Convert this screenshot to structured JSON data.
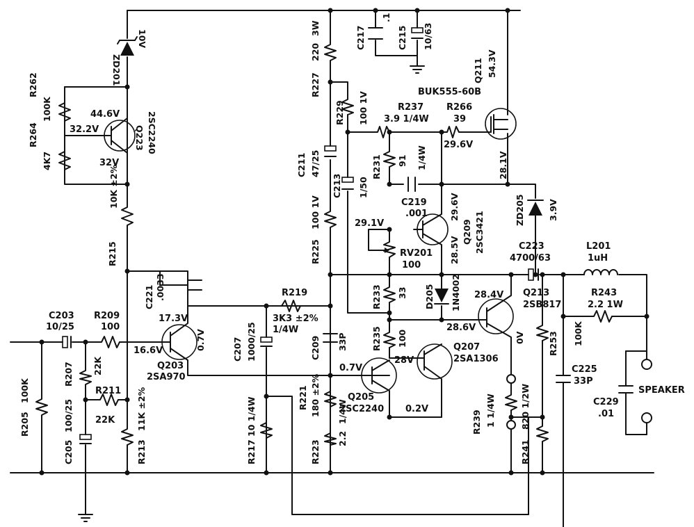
{
  "labels": {
    "zd201": "ZD201",
    "zd201_v": "10V",
    "r262": "R262",
    "r262_v": "100K",
    "r264": "R264",
    "r264_v": "4K7",
    "q223_c": "44.6V",
    "q223_b": "32.2V",
    "q223_e": "32V",
    "q223": "Q223",
    "q223_t": "2SC2240",
    "r215": "R215",
    "r215_v": "10K ±2%",
    "c221": "C221",
    "c221_v": ".0033",
    "c203": "C203",
    "c203_v": "10/25",
    "r209": "R209",
    "r209_v": "100",
    "q203_e": "17.3V",
    "q203_b": "16.6V",
    "q203_c": "0.7V",
    "q203": "Q203",
    "q203_t": "2SA970",
    "r207": "R207",
    "r207_v": "22K",
    "r211": "R211",
    "r211_v": "22K",
    "r205": "R205",
    "r205_v": "100K",
    "c205": "C205",
    "c205_v": "100/25",
    "r213": "R213",
    "r213_v": "11K ±2%",
    "r220": "220",
    "r220_v": "3W",
    "r227": "R227",
    "c217": "C217",
    "c217_v": ".1",
    "c215": "C215",
    "c215_v": "10/63",
    "q211": "Q211",
    "q211_v": "54.3V",
    "q211_t": "BUK555-60B",
    "r229": "R229",
    "r229_v": "100 1V",
    "r237": "R237",
    "r237_v": "3.9 1/4W",
    "r266": "R266",
    "r266_v": "39",
    "q211_g": "29.6V",
    "q211_s": "28.1V",
    "c211": "C211",
    "c211_v": "47/25",
    "r231": "R231",
    "r231_v": "91",
    "r231_w": "1/4W",
    "c213": "C213",
    "c213_v": "1/50",
    "c219": "C219",
    "c219_v": ".001",
    "q209_c": "29.6V",
    "q209_b": "29.1V",
    "q209_e": "28.5V",
    "q209": "Q209",
    "q209_t": "2SC3421",
    "zd205": "ZD205",
    "zd205_v": "3.9V",
    "r225": "R225",
    "r225_v": "100 1V",
    "rv201": "RV201",
    "rv201_v": "100",
    "c223": "C223",
    "c223_v": "4700/63",
    "l201": "L201",
    "l201_v": "1uH",
    "r219": "R219",
    "r219_v": "3K3 ±2%",
    "r219_w": "1/4W",
    "c207": "C207",
    "c207_v": "1000/25",
    "c209": "C209",
    "c209_v": "33P",
    "r233": "R233",
    "r233_v": "33",
    "d205": "D205",
    "d205_v": "1N4002",
    "q213_c": "28.4V",
    "q213_e": "28.6V",
    "q213_b": "0V",
    "q213": "Q213",
    "q213_t": "2SB817",
    "r243": "R243",
    "r243_v": "2.2 1W",
    "r235": "R235",
    "r235_v": "100",
    "r253": "R253",
    "r253_v": "100K",
    "c225": "C225",
    "c225_v": "33P",
    "speaker": "SPEAKER",
    "c229": "C229",
    "c229_v": ".01",
    "q207_e": "28V",
    "q207": "Q207",
    "q207_t": "2SA1306",
    "q205_b": "0.7V",
    "q205": "Q205",
    "q205_t": "2SC2240",
    "q205_c": "0.2V",
    "r221": "R221",
    "r221_v": "180 ±2%",
    "r223": "R223",
    "r223_v": "2.2",
    "r223_w": "1/4W",
    "r217": "R217",
    "r217_v": "10 1/4W",
    "r239": "R239",
    "r239_v": "1 1/4W",
    "r241": "R241",
    "r241_v": "820 1/2W"
  }
}
